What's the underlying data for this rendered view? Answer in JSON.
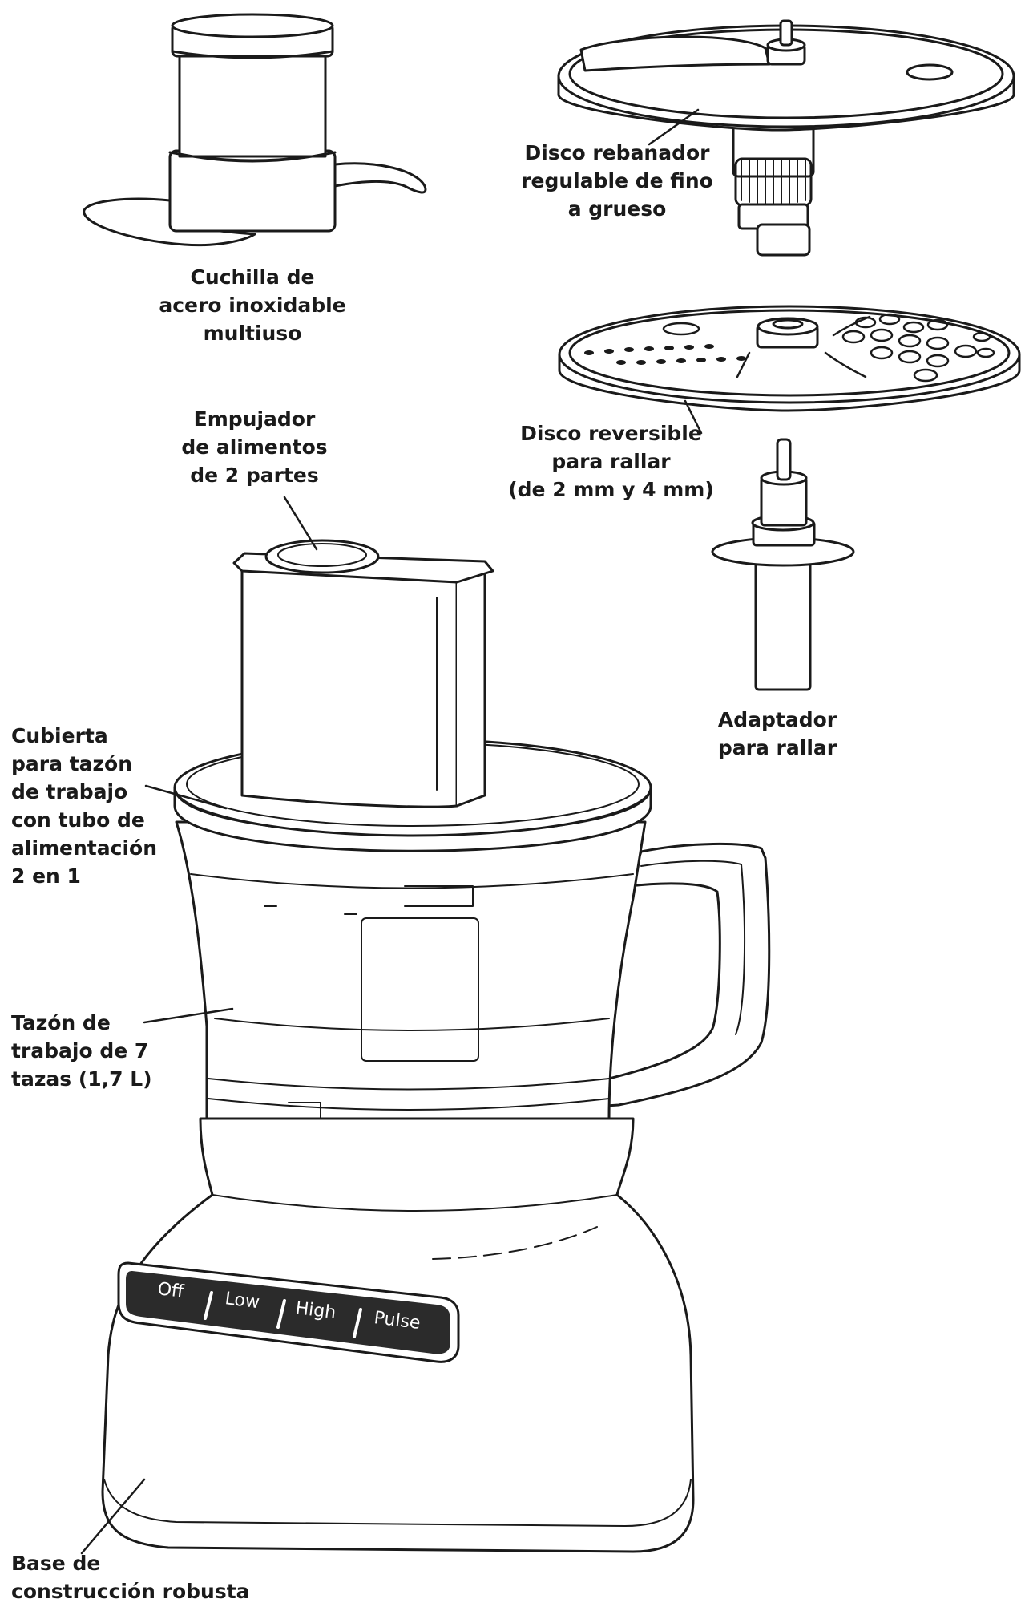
{
  "labels": {
    "blade": [
      "Cuchilla de",
      "acero inoxidable",
      "multiuso"
    ],
    "slicing_disc": [
      "Disco rebanador",
      "regulable de fino",
      "a grueso"
    ],
    "shredding_disc": [
      "Disco reversible",
      "para rallar",
      "(de 2 mm y 4 mm)"
    ],
    "adapter": [
      "Adaptador",
      "para rallar"
    ],
    "pusher": [
      "Empujador",
      "de alimentos",
      "de 2 partes"
    ],
    "lid": [
      "Cubierta",
      "para tazón",
      "de trabajo",
      "con tubo de",
      "alimentación",
      "2 en 1"
    ],
    "bowl": [
      "Tazón de",
      "trabajo de 7",
      "tazas (1,7 L)"
    ],
    "base": [
      "Base de",
      "construcción robusta"
    ]
  },
  "control_panel": {
    "buttons": [
      "Off",
      "Low",
      "High",
      "Pulse"
    ]
  },
  "colors": {
    "line": "#1a1a1a",
    "fill": "#ffffff",
    "panel": "#2b2b2b",
    "panel_text": "#ffffff"
  }
}
